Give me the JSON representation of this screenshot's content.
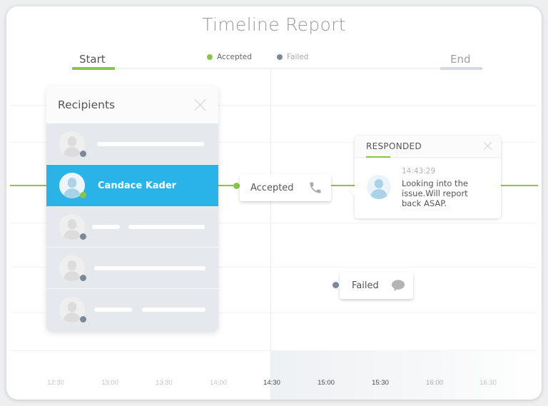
{
  "title": "Timeline Report",
  "range": {
    "start_label": "Start",
    "end_label": "End"
  },
  "legend": [
    {
      "label": "Accepted",
      "color": "#8cc63f"
    },
    {
      "label": "Failed",
      "color": "#7c8797"
    }
  ],
  "colors": {
    "accent_green": "#8cc63f",
    "selected_blue": "#29b3e6",
    "failed_gray": "#7c8797"
  },
  "recipients": {
    "title": "Recipients",
    "close_icon": "close-icon",
    "items": [
      {
        "name": "",
        "status": "failed",
        "selected": false
      },
      {
        "name": "Candace Kader",
        "status": "accepted",
        "selected": true
      },
      {
        "name": "",
        "status": "failed",
        "selected": false
      },
      {
        "name": "",
        "status": "failed",
        "selected": false
      },
      {
        "name": "",
        "status": "failed",
        "selected": false
      }
    ]
  },
  "events": {
    "accepted": {
      "label": "Accepted",
      "icon": "phone-icon"
    },
    "failed": {
      "label": "Failed",
      "icon": "chat-bubble-icon"
    }
  },
  "responded": {
    "title": "RESPONDED",
    "time": "14:43:29",
    "message": "Looking into the issue.Will report back ASAP."
  },
  "time_axis": {
    "ticks": [
      "12:30",
      "13:00",
      "13:30",
      "14:00",
      "14:30",
      "15:00",
      "15:30",
      "16:00",
      "16:30"
    ],
    "current": "14:30"
  }
}
